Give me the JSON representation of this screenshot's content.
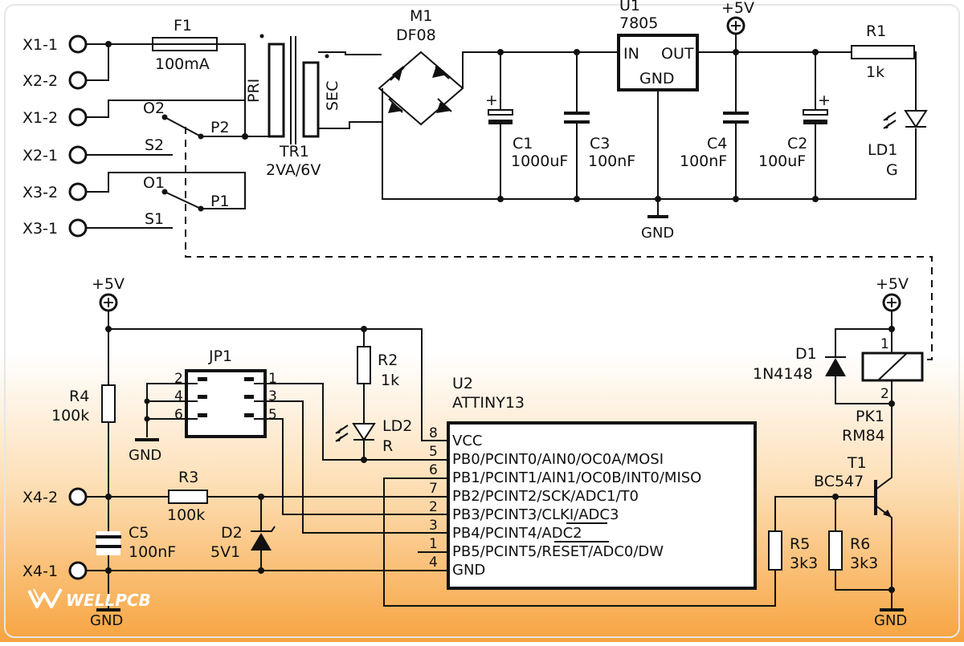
{
  "colors": {
    "gradient_top": "#ffffff",
    "gradient_bottom": "#f7a440",
    "line": "#111111",
    "brand": "#ffffff"
  },
  "terminals": [
    "X1-1",
    "X2-2",
    "X1-2",
    "X2-1",
    "X3-2",
    "X3-1",
    "X4-2",
    "X4-1"
  ],
  "fuse": {
    "name": "F1",
    "value": "100mA"
  },
  "transformer": {
    "name": "TR1",
    "value": "2VA/6V",
    "pri": "PRI",
    "sec": "SEC"
  },
  "bridge": {
    "name": "M1",
    "value": "DF08"
  },
  "regulator": {
    "name": "U1",
    "value": "7805",
    "in": "IN",
    "out": "OUT",
    "gnd": "GND"
  },
  "caps_top": [
    {
      "name": "C1",
      "value": "1000uF"
    },
    {
      "name": "C3",
      "value": "100nF"
    },
    {
      "name": "C4",
      "value": "100nF"
    },
    {
      "name": "C2",
      "value": "100uF"
    }
  ],
  "r1": {
    "name": "R1",
    "value": "1k"
  },
  "ld1": {
    "name": "LD1",
    "value": "G"
  },
  "vcc_label": "+5V",
  "gnd_label": "GND",
  "relay_switches": {
    "o2": "O2",
    "p2": "P2",
    "s2": "S2",
    "o1": "O1",
    "p1": "P1",
    "s1": "S1"
  },
  "jp1": {
    "name": "JP1",
    "pins_left": [
      "2",
      "4",
      "6"
    ],
    "pins_right": [
      "1",
      "3",
      "5"
    ]
  },
  "r2": {
    "name": "R2",
    "value": "1k"
  },
  "ld2": {
    "name": "LD2",
    "value": "R"
  },
  "r4": {
    "name": "R4",
    "value": "100k"
  },
  "r3": {
    "name": "R3",
    "value": "100k"
  },
  "c5": {
    "name": "C5",
    "value": "100nF"
  },
  "d2": {
    "name": "D2",
    "value": "5V1"
  },
  "mcu": {
    "name": "U2",
    "value": "ATTINY13",
    "pins": [
      {
        "num": "8",
        "label": "VCC"
      },
      {
        "num": "5",
        "label": "PB0/PCINT0/AIN0/OC0A/MOSI"
      },
      {
        "num": "6",
        "label": "PB1/PCINT1/AIN1/OC0B/INT0/MISO"
      },
      {
        "num": "7",
        "label": "PB2/PCINT2/SCK/ADC1/T0"
      },
      {
        "num": "2",
        "label": "PB3/PCINT3/CLKI/ADC3"
      },
      {
        "num": "3",
        "label": "PB4/PCINT4/ADC2"
      },
      {
        "num": "1",
        "label": "PB5/PCINT5/RESET/ADC0/DW"
      },
      {
        "num": "4",
        "label": "GND"
      }
    ]
  },
  "d1": {
    "name": "D1",
    "value": "1N4148"
  },
  "pk1": {
    "name": "PK1",
    "value": "RM84",
    "pin1": "1",
    "pin2": "2"
  },
  "t1": {
    "name": "T1",
    "value": "BC547"
  },
  "r5": {
    "name": "R5",
    "value": "3k3"
  },
  "r6": {
    "name": "R6",
    "value": "3k3"
  },
  "brand": "WELLPCB"
}
